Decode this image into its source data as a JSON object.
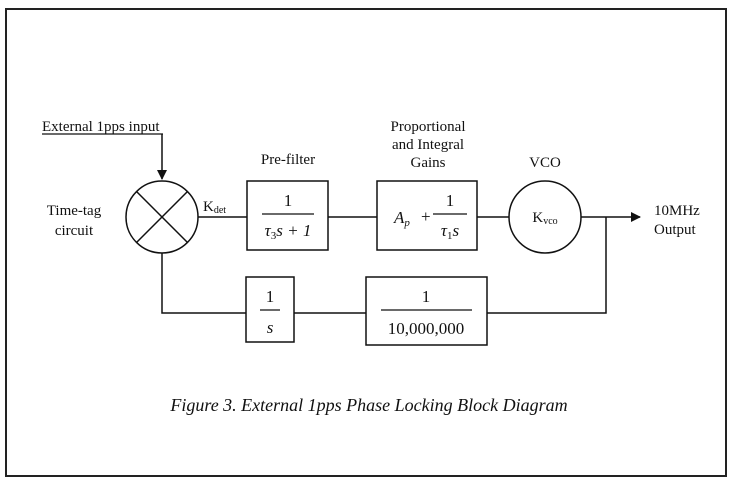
{
  "diagram": {
    "input_label": "External 1pps input",
    "time_tag_label": [
      "Time-tag",
      "circuit"
    ],
    "kdet": {
      "main": "K",
      "sub": "det"
    },
    "prefilter": {
      "title": "Pre-filter",
      "numerator": "1",
      "den_tau": "τ",
      "den_tau_sub": "3",
      "den_rest": "s + 1"
    },
    "pi_gains": {
      "title": [
        "Proportional",
        "and Integral",
        "Gains"
      ],
      "ap_main": "A",
      "ap_sub": "p",
      "plus": "+",
      "numerator": "1",
      "den_tau": "τ",
      "den_tau_sub": "1",
      "den_rest": "s"
    },
    "vco": {
      "title": "VCO",
      "k_main": "K",
      "k_sub": "vco"
    },
    "output_label": [
      "10MHz",
      "Output"
    ],
    "integrator": {
      "numerator": "1",
      "denominator": "s"
    },
    "divider": {
      "numerator": "1",
      "denominator": "10,000,000"
    },
    "caption": "Figure 3. External 1pps Phase Locking Block Diagram"
  }
}
